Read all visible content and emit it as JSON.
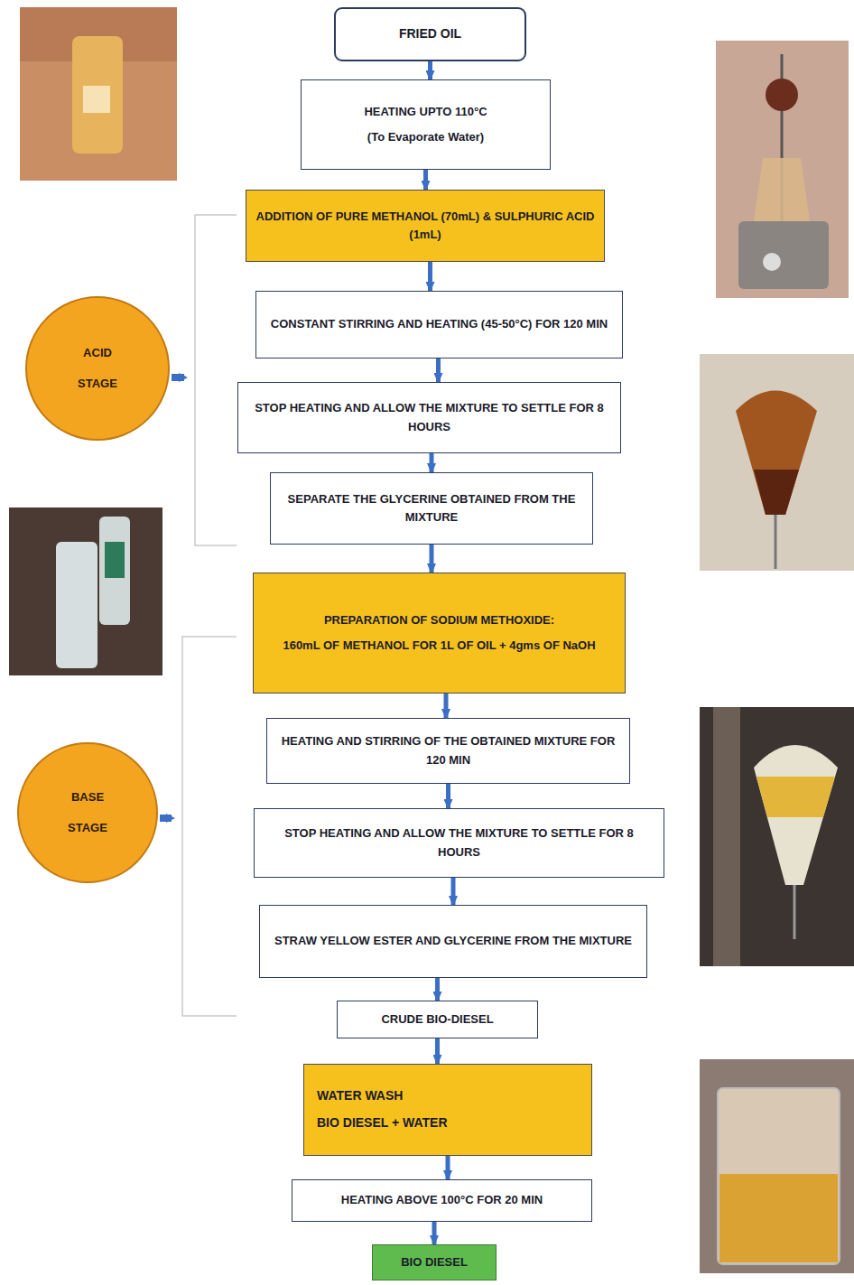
{
  "diagram": {
    "nodes": [
      {
        "text": [
          "FRIED OIL"
        ]
      },
      {
        "text": [
          "HEATING UPTO 110°C",
          "(To Evaporate Water)"
        ]
      },
      {
        "text": [
          "ADDITION OF PURE METHANOL (70mL) & SULPHURIC ACID (1mL)"
        ]
      },
      {
        "text": [
          "CONSTANT STIRRING AND HEATING (45-50°C) FOR 120 MIN"
        ]
      },
      {
        "text": [
          "STOP HEATING AND ALLOW THE MIXTURE TO SETTLE FOR 8 HOURS"
        ]
      },
      {
        "text": [
          "SEPARATE THE GLYCERINE OBTAINED FROM THE MIXTURE"
        ]
      },
      {
        "text": [
          "PREPARATION OF SODIUM METHOXIDE:",
          "160mL OF METHANOL FOR 1L OF OIL + 4gms OF NaOH"
        ]
      },
      {
        "text": [
          "HEATING AND STIRRING OF THE OBTAINED MIXTURE FOR 120 MIN"
        ]
      },
      {
        "text": [
          "STOP HEATING AND ALLOW THE MIXTURE TO SETTLE FOR 8 HOURS"
        ]
      },
      {
        "text": [
          "STRAW YELLOW ESTER AND GLYCERINE FROM THE MIXTURE"
        ]
      },
      {
        "text": [
          "CRUDE BIO-DIESEL"
        ]
      },
      {
        "text": [
          "WATER WASH",
          "BIO DIESEL + WATER"
        ]
      },
      {
        "text": [
          "HEATING ABOVE 100°C FOR 20 MIN"
        ]
      },
      {
        "text": [
          "BIO DIESEL"
        ]
      },
      {
        "text": [
          "ACID STAGE"
        ]
      },
      {
        "text": [
          "BASE STAGE"
        ]
      }
    ],
    "edges": [
      {
        "from": 0,
        "to": 1,
        "arrow": "to"
      },
      {
        "from": 1,
        "to": 2,
        "arrow": "to"
      },
      {
        "from": 2,
        "to": 3,
        "arrow": "to"
      },
      {
        "from": 3,
        "to": 4,
        "arrow": "to"
      },
      {
        "from": 4,
        "to": 5,
        "arrow": "to"
      },
      {
        "from": 5,
        "to": 6,
        "arrow": "to"
      },
      {
        "from": 6,
        "to": 7,
        "arrow": "to"
      },
      {
        "from": 7,
        "to": 8,
        "arrow": "to"
      },
      {
        "from": 8,
        "to": 9,
        "arrow": "to"
      },
      {
        "from": 9,
        "to": 10,
        "arrow": "to"
      },
      {
        "from": 10,
        "to": 11,
        "arrow": "to"
      },
      {
        "from": 11,
        "to": 12,
        "arrow": "to"
      },
      {
        "from": 12,
        "to": 13,
        "arrow": "to"
      }
    ]
  }
}
